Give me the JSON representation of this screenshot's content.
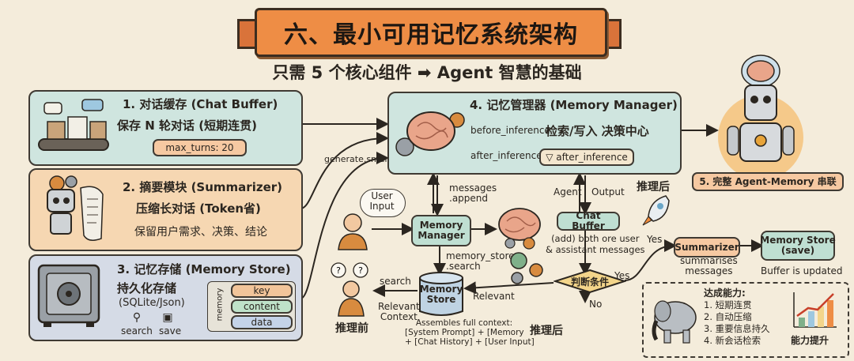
{
  "title": "六、最小可用记忆系统架构",
  "subtitle": "只需 5 个核心组件 ➡ Agent 智慧的基础",
  "components": {
    "chat_buffer": {
      "title": "1. 对话缓存 (Chat Buffer)",
      "desc": "保存 N 轮对话 (短期连贯)",
      "param": "max_turns: 20"
    },
    "summarizer": {
      "title": "2. 摘要模块 (Summarizer)",
      "desc": "压缩长对话 (Token省)",
      "desc2": "保留用户需求、决策、结论"
    },
    "memory_store": {
      "title": "3. 记忆存储 (Memory Store)",
      "desc": "持久化存储",
      "desc2": "(SQLite/Json)",
      "fields_label": "memory",
      "fields": [
        "key",
        "content",
        "data"
      ],
      "search_label": "search",
      "save_label": "save"
    },
    "memory_manager": {
      "title": "4. 记忆管理器 (Memory Manager)",
      "before_label": "before_inference",
      "center_label": "检索/写入 决策中心",
      "after_label": "after_inference",
      "after_badge": "after_inference"
    },
    "agent_memory": {
      "label": "5. 完整 Agent-Memory 串联"
    }
  },
  "flow": {
    "generate_label": "generate.smar",
    "messages_append": "messages\n.append",
    "agent_label": "Agent",
    "output_label": "Output",
    "reasoning_after": "推理后",
    "user_input": "User\nInput",
    "memory_manager_node": "Memory\nManager",
    "chat_buffer_node": "Chat Buffer",
    "add_both": "(add) both ore user\n& assistant messages",
    "yes1": "Yes",
    "summarizer_node": "Summarizer",
    "summarises": "summarises\nmessages",
    "memory_store_save": "Memory Store\n(save)",
    "buffer_updated": "Buffer is updated",
    "memory_store_search": "memory_store\n.search",
    "search": "search",
    "memory_store_node": "Memory\nStore",
    "relevant": "Relevant",
    "relevant_context": "Relevant\nContext",
    "condition": "判断条件",
    "yes2": "Yes",
    "no": "No",
    "reasoning_before": "推理前",
    "assemble": "Assembles full context:\n[System Prompt] + [Memory\n+ [Chat History] + [User Input]",
    "reasoning_after2": "推理后"
  },
  "capabilities": {
    "title": "达成能力:",
    "items": [
      "1. 短期连贯",
      "2. 自动压缩",
      "3. 重要信息持久",
      "4. 新会话检索"
    ],
    "improve": "能力提升"
  },
  "colors": {
    "background": "#f4ecdb",
    "banner": "#ee8d45",
    "teal": "#cfe5df",
    "orange": "#f6d7b2",
    "blue": "#d5dbe6",
    "node": "#bfdfd2"
  }
}
